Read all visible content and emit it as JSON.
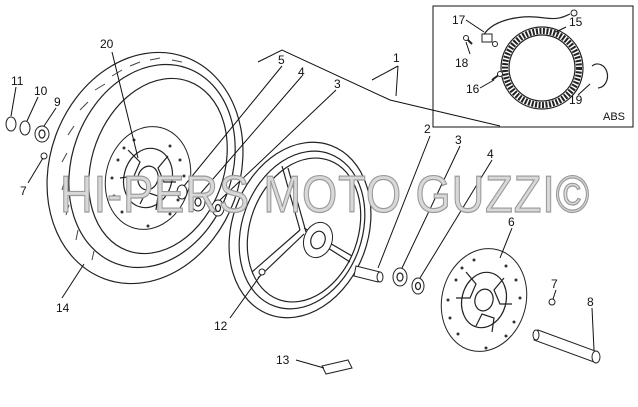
{
  "watermark": "HI-PERS MOTO GUZZI©",
  "abs_label": "ABS",
  "labels": {
    "l1": "1",
    "l2": "2",
    "l3a": "3",
    "l3b": "3",
    "l4a": "4",
    "l4b": "4",
    "l5": "5",
    "l6": "6",
    "l7a": "7",
    "l7b": "7",
    "l8": "8",
    "l9": "9",
    "l10": "10",
    "l11": "11",
    "l12": "12",
    "l13": "13",
    "l14": "14",
    "l15": "15",
    "l16": "16",
    "l17": "17",
    "l18": "18",
    "l19": "19",
    "l20": "20"
  }
}
